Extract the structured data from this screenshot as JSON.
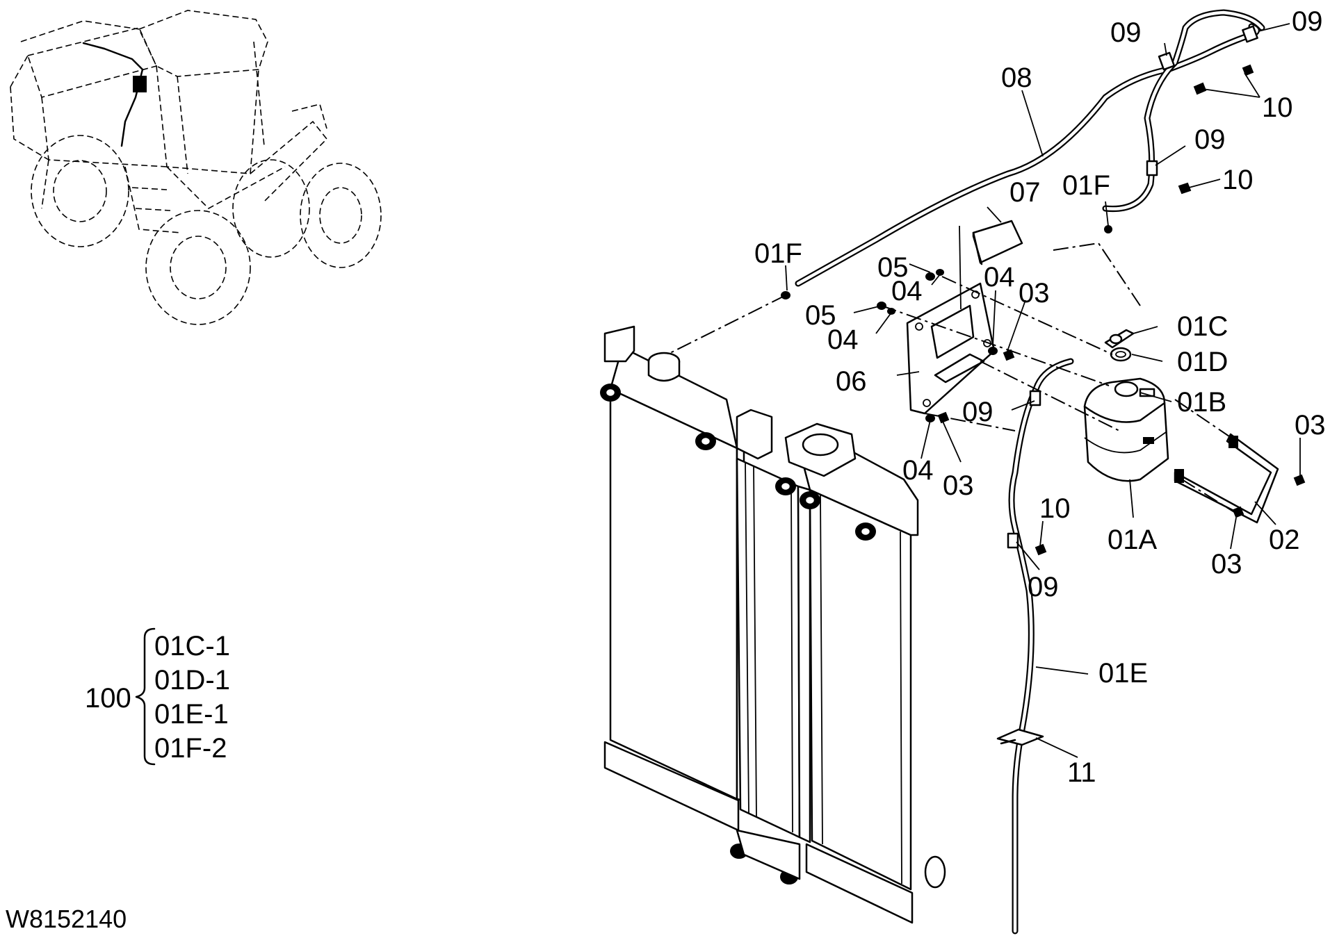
{
  "drawing_code": "W8152140",
  "legend": {
    "group": "100",
    "items": [
      "01C-1",
      "01D-1",
      "01E-1",
      "01F-2"
    ]
  },
  "callouts": [
    {
      "id": "c09a",
      "text": "09"
    },
    {
      "id": "c09b",
      "text": "09"
    },
    {
      "id": "c08",
      "text": "08"
    },
    {
      "id": "c10a",
      "text": "10"
    },
    {
      "id": "c09c",
      "text": "09"
    },
    {
      "id": "c10b",
      "text": "10"
    },
    {
      "id": "c07",
      "text": "07"
    },
    {
      "id": "c01Fa",
      "text": "01F"
    },
    {
      "id": "c01Fb",
      "text": "01F"
    },
    {
      "id": "c05a",
      "text": "05"
    },
    {
      "id": "c04a",
      "text": "04"
    },
    {
      "id": "c04b",
      "text": "04"
    },
    {
      "id": "c03a",
      "text": "03"
    },
    {
      "id": "c05b",
      "text": "05"
    },
    {
      "id": "c04c",
      "text": "04"
    },
    {
      "id": "c01C",
      "text": "01C"
    },
    {
      "id": "c01D",
      "text": "01D"
    },
    {
      "id": "c06",
      "text": "06"
    },
    {
      "id": "c01B",
      "text": "01B"
    },
    {
      "id": "c09d",
      "text": "09"
    },
    {
      "id": "c03b",
      "text": "03"
    },
    {
      "id": "c04d",
      "text": "04"
    },
    {
      "id": "c03c",
      "text": "03"
    },
    {
      "id": "c10c",
      "text": "10"
    },
    {
      "id": "c01A",
      "text": "01A"
    },
    {
      "id": "c02",
      "text": "02"
    },
    {
      "id": "c03d",
      "text": "03"
    },
    {
      "id": "c09e",
      "text": "09"
    },
    {
      "id": "c01E",
      "text": "01E"
    },
    {
      "id": "c11",
      "text": "11"
    }
  ]
}
